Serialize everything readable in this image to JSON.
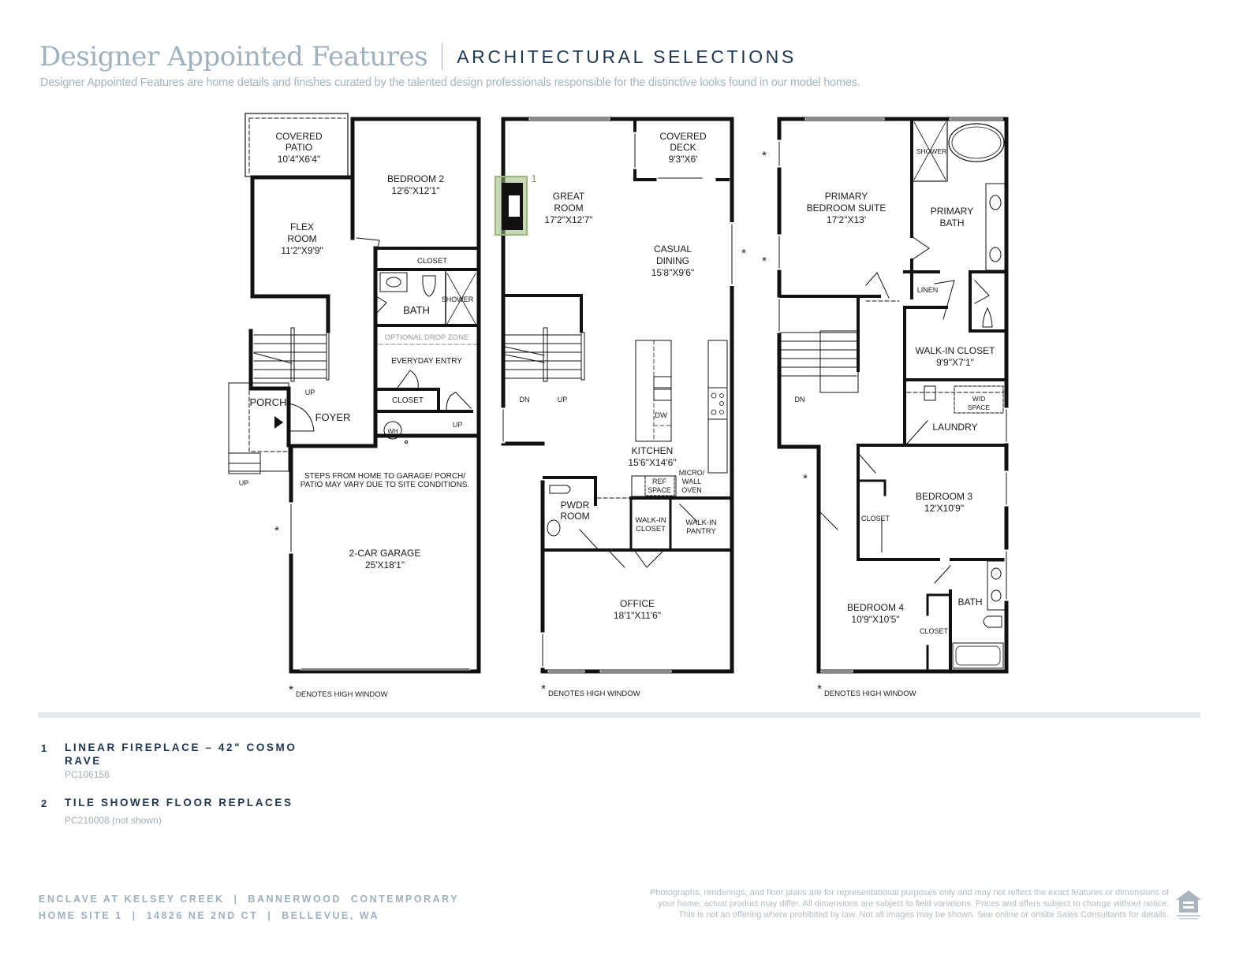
{
  "header": {
    "title": "Designer Appointed Features",
    "subtitle": "ARCHITECTURAL SELECTIONS",
    "tagline": "Designer Appointed Features are home details and finishes curated by the talented design professionals responsible for the distinctive looks found in our model homes."
  },
  "plans": {
    "floor1": {
      "rooms": {
        "covered_patio": [
          "COVERED",
          "PATIO",
          "10'4\"X6'4\""
        ],
        "bedroom2": [
          "BEDROOM 2",
          "12'6\"X12'1\""
        ],
        "flex_room": [
          "FLEX",
          "ROOM",
          "11'2\"X9'9\""
        ],
        "closet_bed2": "CLOSET",
        "bath": "BATH",
        "shower": "SHOWER",
        "drop_zone": "OPTIONAL DROP ZONE",
        "everyday_entry": "EVERYDAY ENTRY",
        "closet_entry": "CLOSET",
        "porch": "PORCH",
        "foyer": "FOYER",
        "wh": "WH",
        "garage": [
          "2-CAR GARAGE",
          "25'X18'1\""
        ],
        "steps_note": [
          "STEPS FROM HOME TO GARAGE/ PORCH/",
          "PATIO MAY VARY DUE TO SITE CONDITIONS."
        ]
      },
      "stair_labels": {
        "up": "UP"
      },
      "high_window_note": "DENOTES HIGH WINDOW"
    },
    "floor2": {
      "rooms": {
        "great_room": [
          "GREAT",
          "ROOM",
          "17'2\"X12'7\""
        ],
        "covered_deck": [
          "COVERED",
          "DECK",
          "9'3\"X6'"
        ],
        "casual_dining": [
          "CASUAL",
          "DINING",
          "15'8\"X9'6\""
        ],
        "kitchen": [
          "KITCHEN",
          "15'6\"X14'6\""
        ],
        "dw": "DW",
        "ref_space": [
          "REF",
          "SPACE"
        ],
        "micro_oven": [
          "MICRO/",
          "WALL",
          "OVEN"
        ],
        "pwdr_room": [
          "PWDR",
          "ROOM"
        ],
        "walkin_closet": [
          "WALK-IN",
          "CLOSET"
        ],
        "walkin_pantry": [
          "WALK-IN",
          "PANTRY"
        ],
        "office": [
          "OFFICE",
          "18'1\"X11'6\""
        ]
      },
      "stair_labels": {
        "dn": "DN",
        "up": "UP"
      },
      "feature_marker": "1",
      "feature_highlight_color": "#9bb57e",
      "high_window_note": "DENOTES HIGH WINDOW"
    },
    "floor3": {
      "rooms": {
        "primary_suite": [
          "PRIMARY",
          "BEDROOM SUITE",
          "17'2\"X13'"
        ],
        "shower": "SHOWER",
        "primary_bath": [
          "PRIMARY",
          "BATH"
        ],
        "linen": "LINEN",
        "walkin_closet": [
          "WALK-IN CLOSET",
          "9'9\"X7'1\""
        ],
        "wd_space": [
          "W/D",
          "SPACE"
        ],
        "laundry": "LAUNDRY",
        "bedroom3": [
          "BEDROOM 3",
          "12'X10'9\""
        ],
        "closet_b3": "CLOSET",
        "bedroom4": [
          "BEDROOM 4",
          "10'9\"X10'5\""
        ],
        "closet_b4": "CLOSET",
        "bath": "BATH"
      },
      "stair_labels": {
        "dn": "DN"
      },
      "high_window_note": "DENOTES HIGH WINDOW"
    },
    "asterisk": "*"
  },
  "features": [
    {
      "num": "1",
      "title": "LINEAR FIREPLACE – 42\" COSMO RAVE",
      "code": "PC106158"
    },
    {
      "num": "2",
      "title": "TILE SHOWER FLOOR REPLACES",
      "code": "PC210008 (not shown)"
    }
  ],
  "footer": {
    "line1": "ENCLAVE AT KELSEY CREEK  |  BANNERWOOD  CONTEMPORARY",
    "line2": "HOME SITE 1  |  14826 NE 2ND CT  |  BELLEVUE, WA",
    "disclaimer": [
      "Photographs, renderings, and floor plans are for representational purposes only and may not reflect the exact features or dimensions of",
      "your home; actual product may differ. All dimensions are subject to field variations. Prices and offers subject to change without notice.",
      "This is not an offering where prohibited by law. Not all images may be shown. See online or onsite Sales Consultants for details."
    ],
    "eho_icon": "equal-housing-opportunity-icon"
  },
  "colors": {
    "title": "#9fb1bd",
    "navy": "#1e3550",
    "muted": "#a3adb5",
    "divider": "#e4e9ec",
    "wall": "#111111"
  }
}
